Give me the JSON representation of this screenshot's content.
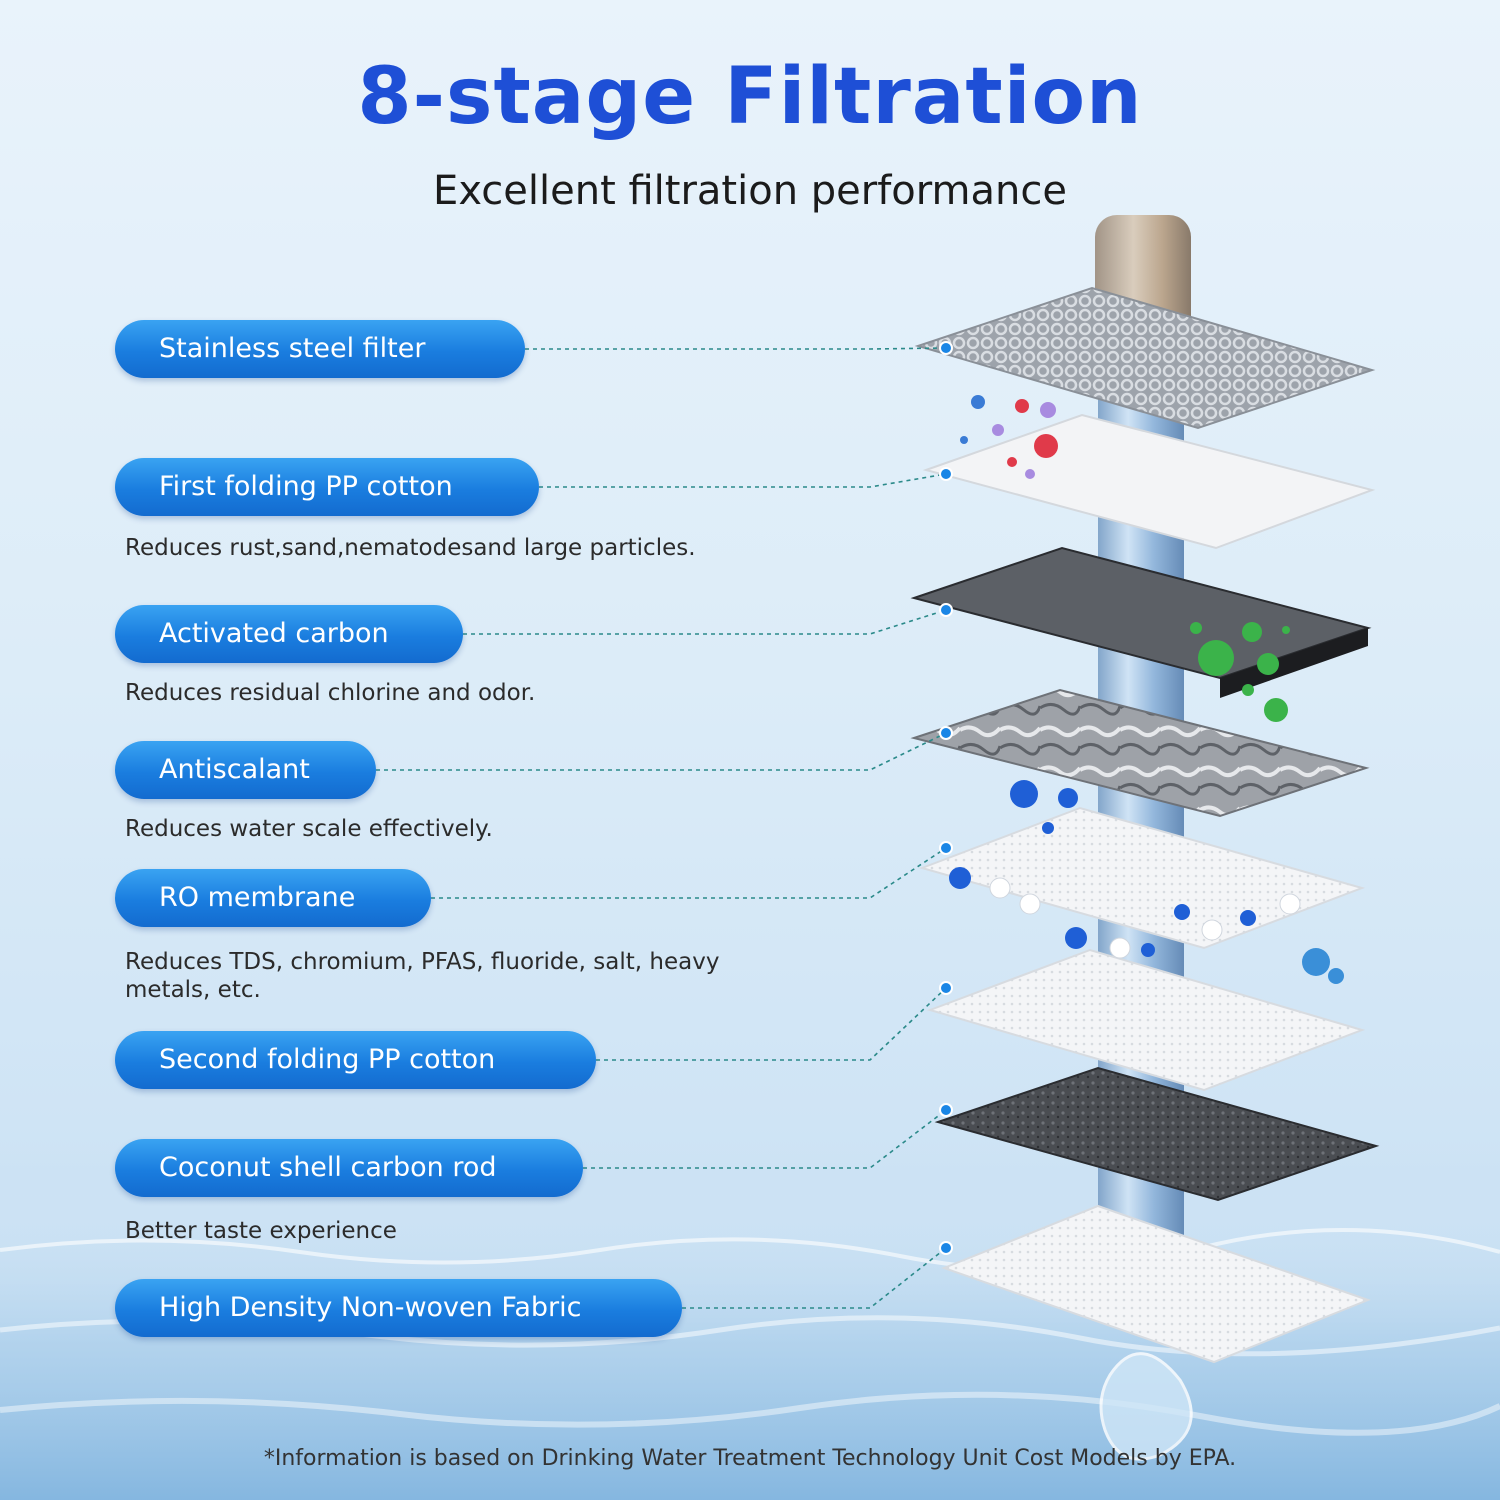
{
  "header": {
    "title": "8-stage Filtration",
    "subtitle": "Excellent filtration performance"
  },
  "stages": [
    {
      "label": "Stainless steel filter",
      "desc": ""
    },
    {
      "label": "First folding PP cotton",
      "desc": "Reduces rust,sand,nematodesand large particles."
    },
    {
      "label": "Activated carbon",
      "desc": "Reduces residual chlorine and odor."
    },
    {
      "label": "Antiscalant",
      "desc": "Reduces water scale effectively."
    },
    {
      "label": "RO membrane",
      "desc": "Reduces TDS, chromium, PFAS, fluoride, salt, heavy metals, etc."
    },
    {
      "label": "Second folding PP cotton",
      "desc": ""
    },
    {
      "label": "Coconut shell carbon rod",
      "desc": "Better taste experience"
    },
    {
      "label": "High Density Non-woven Fabric",
      "desc": ""
    }
  ],
  "footnote": "*Information is based on Drinking Water Treatment Technology Unit Cost Models by EPA.",
  "colors": {
    "title": "#1e4fd6",
    "pill": "#1a7ddf",
    "dot": "#1a86e6",
    "leader": "#2b8a8a"
  }
}
